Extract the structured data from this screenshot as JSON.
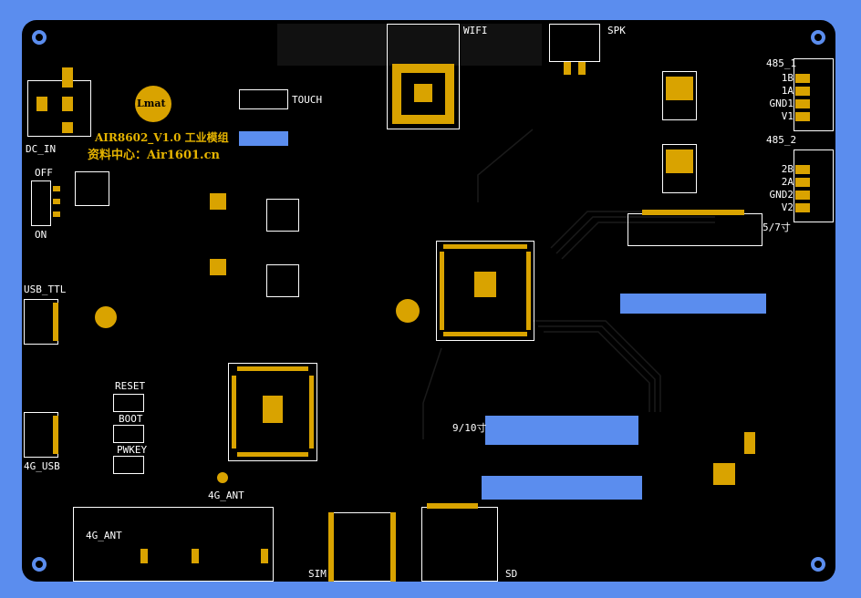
{
  "board": {
    "title": "AIR8602_V1.0 工业模组",
    "resource": "资料中心：Air1601.cn",
    "logo_text": "Lmat"
  },
  "labels": {
    "wifi": "WIFI",
    "spk": "SPK",
    "touch": "TOUCH",
    "dc_in": "DC_IN",
    "off": "OFF",
    "on": "ON",
    "usb_ttl": "USB_TTL",
    "usb_4g": "4G_USB",
    "reset": "RESET",
    "boot": "BOOT",
    "pwkey": "PWKEY",
    "ant_4g": "4G_ANT",
    "ant_4g_box": "4G_ANT",
    "sim": "SIM",
    "sd": "SD",
    "rs485_1": "485_1",
    "rs485_2": "485_2",
    "lcd_57": "5/7寸",
    "lcd_910": "9/10寸"
  },
  "rs485_1_pins": [
    "1B",
    "1A",
    "GND1",
    "V1"
  ],
  "rs485_2_pins": [
    "2B",
    "2A",
    "GND2",
    "V2"
  ],
  "colors": {
    "background": "#5b8dee",
    "board": "#000000",
    "pad": "#d9a300",
    "silkscreen": "#ffffff",
    "title": "#e6b400"
  }
}
